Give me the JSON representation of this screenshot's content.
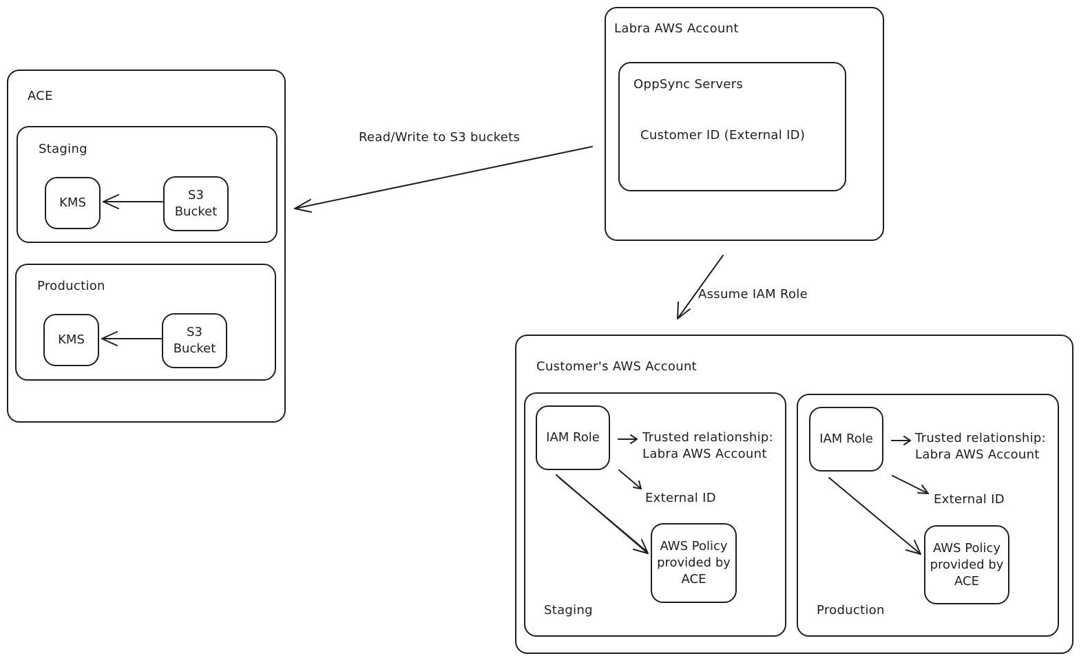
{
  "ace": {
    "title": "ACE",
    "staging": {
      "title": "Staging",
      "kms": "KMS",
      "bucket": "S3\nBucket"
    },
    "production": {
      "title": "Production",
      "kms": "KMS",
      "bucket": "S3\nBucket"
    }
  },
  "labra": {
    "title": "Labra AWS Account",
    "servers": {
      "title": "OppSync Servers",
      "customer_id": "Customer ID (External ID)"
    }
  },
  "edges": {
    "read_write": "Read/Write to S3 buckets",
    "assume_role": "Assume IAM Role"
  },
  "customer": {
    "title": "Customer's AWS Account",
    "staging": {
      "footer": "Staging",
      "iam_role": "IAM Role",
      "trusted": "Trusted relationship:\nLabra AWS Account",
      "external_id": "External ID",
      "policy": "AWS Policy\nprovided by\nACE"
    },
    "production": {
      "footer": "Production",
      "iam_role": "IAM Role",
      "trusted": "Trusted relationship:\nLabra AWS Account",
      "external_id": "External ID",
      "policy": "AWS Policy\nprovided by\nACE"
    }
  }
}
